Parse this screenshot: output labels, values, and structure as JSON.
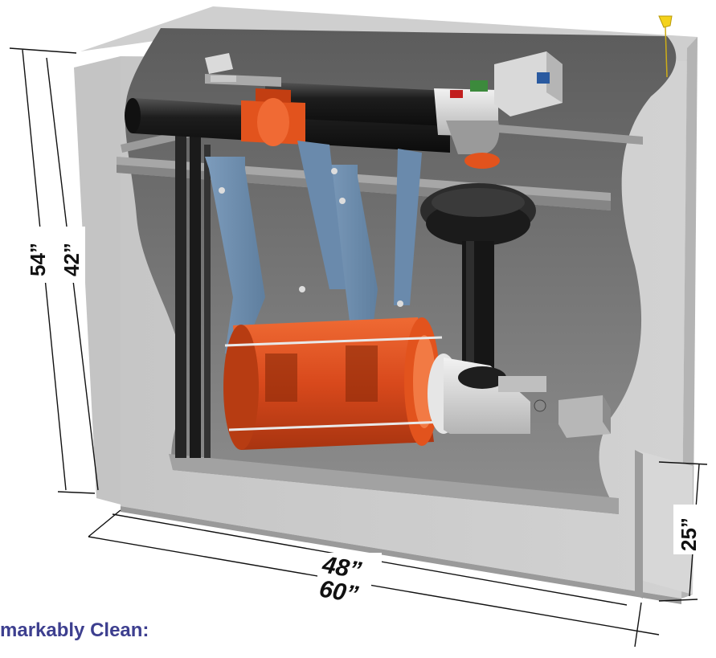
{
  "dimensions": {
    "overall_height": "54”",
    "inner_height": "42”",
    "inner_width": "48”",
    "overall_width": "60”",
    "depth": "25”"
  },
  "caption": "markably Clean:",
  "colors": {
    "caption": "#3d3f8f",
    "enclosure": "#b9b9b9",
    "enclosure_dark": "#8c8c8c",
    "pump_body": "#d8491c",
    "valve": "#e2531d",
    "pipe": "#1d1d1d",
    "bracket": "#6f8fb0",
    "fitting": "#d9d9d9",
    "lift_ring": "#f4d21b"
  },
  "icons": [
    "lifting-ring-icon",
    "control-box-icon"
  ]
}
